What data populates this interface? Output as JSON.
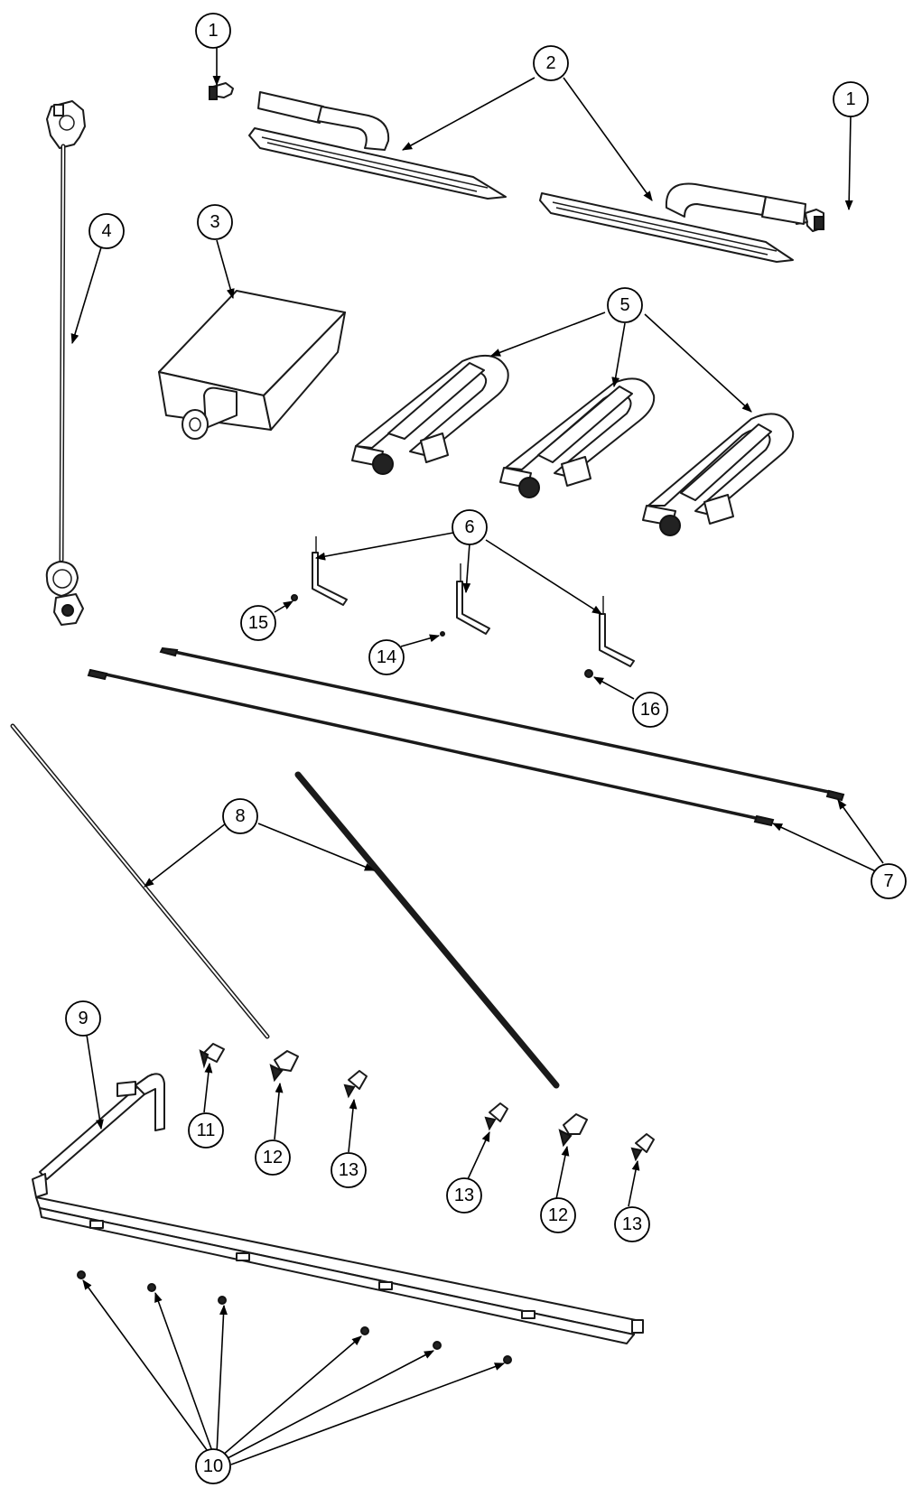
{
  "diagram": {
    "type": "exploded-parts-diagram",
    "callouts": [
      {
        "id": "c1a",
        "label": "1"
      },
      {
        "id": "c1b",
        "label": "1"
      },
      {
        "id": "c2",
        "label": "2"
      },
      {
        "id": "c3",
        "label": "3"
      },
      {
        "id": "c4",
        "label": "4"
      },
      {
        "id": "c5",
        "label": "5"
      },
      {
        "id": "c6",
        "label": "6"
      },
      {
        "id": "c7",
        "label": "7"
      },
      {
        "id": "c8",
        "label": "8"
      },
      {
        "id": "c9",
        "label": "9"
      },
      {
        "id": "c10",
        "label": "10"
      },
      {
        "id": "c11",
        "label": "11"
      },
      {
        "id": "c12a",
        "label": "12"
      },
      {
        "id": "c12b",
        "label": "12"
      },
      {
        "id": "c13a",
        "label": "13"
      },
      {
        "id": "c13b",
        "label": "13"
      },
      {
        "id": "c13c",
        "label": "13"
      },
      {
        "id": "c14",
        "label": "14"
      },
      {
        "id": "c15",
        "label": "15"
      },
      {
        "id": "c16",
        "label": "16"
      }
    ]
  }
}
